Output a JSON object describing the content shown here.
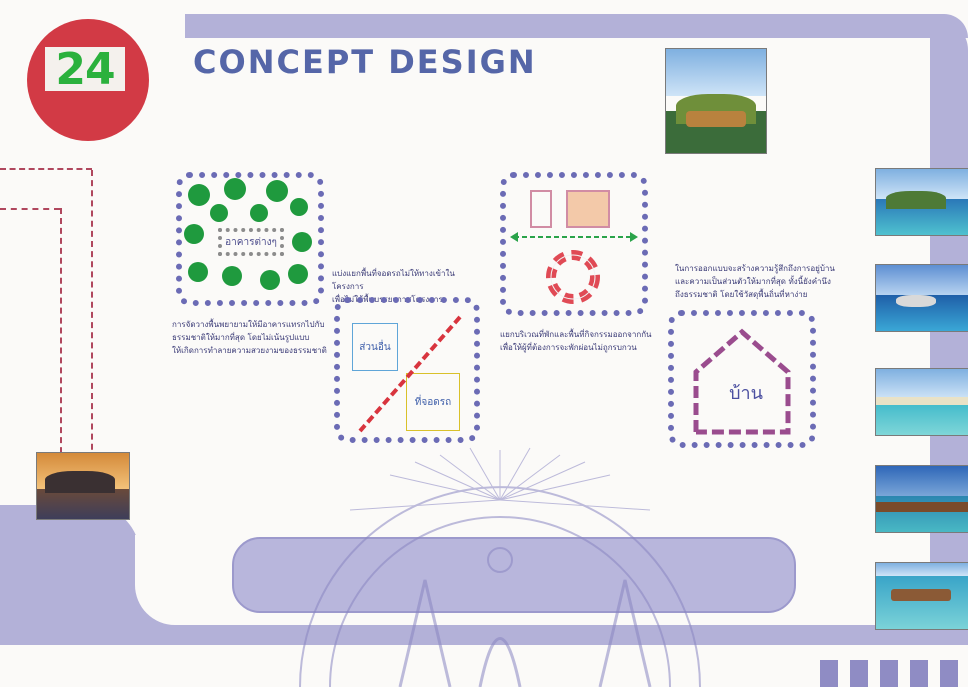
{
  "page": {
    "number": "24",
    "title": "CONCEPT DESIGN"
  },
  "concept_1": {
    "inner_label": "อาคารต่างๆ",
    "caption": [
      "การจัดวางพื้นพยายามให้มีอาคารแทรกไปกับธรรมชาติให้มากที่สุด โดยไม่เน้นรูปแบบ",
      "ให้เกิดการทำลายความสวยงามของธรรมชาติ"
    ]
  },
  "concept_2": {
    "caption": [
      "แบ่งแยกพื้นที่จอดรถไม่ให้ทางเข้าในโครงการ",
      "เพื่อไม่ให้พื้นบรรยากาศโครงการ"
    ],
    "label_a": "ส่วนอื่น",
    "label_b": "ที่จอดรถ"
  },
  "concept_3": {
    "caption": [
      "แยกบริเวณที่พักและพื้นที่กิจกรรมออกจากกัน",
      "เพื่อให้ผู้ที่ต้องการจะพักผ่อนไม่ถูกรบกวน"
    ]
  },
  "concept_4": {
    "caption": [
      "ในการออกแบบจะสร้างความรู้สึกถึงการอยู่บ้าน",
      "และความเป็นส่วนตัวให้มากที่สุด ทั้งนี้ยังคำนึง",
      "ถึงธรรมชาติ โดยใช้วัสดุพื้นถิ่นที่หาง่าย"
    ],
    "house_label": "บ้าน"
  },
  "colors": {
    "accent": "#5566a8",
    "band": "#b3b1d8",
    "badge": "#d23a45",
    "tree": "#1f9a3e",
    "dash": "#6b6bb5"
  }
}
